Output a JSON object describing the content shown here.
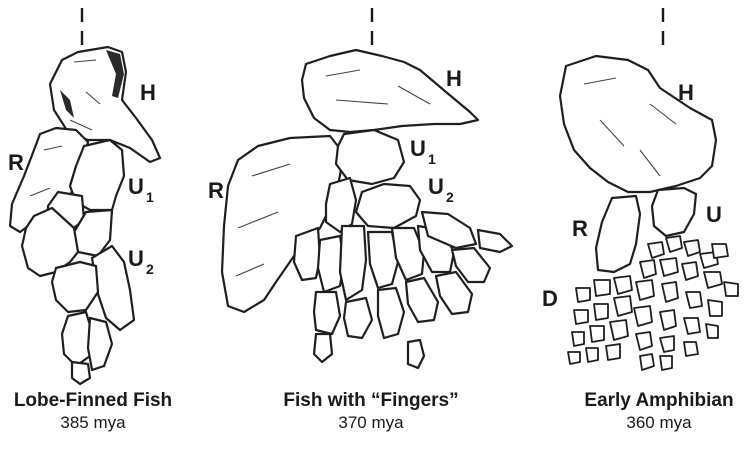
{
  "panels": [
    {
      "title": "Lobe-Finned Fish",
      "date": "385 mya",
      "labels": {
        "h": "H",
        "r": "R",
        "u1_main": "U",
        "u1_sub": "1",
        "u2_main": "U",
        "u2_sub": "2"
      }
    },
    {
      "title": "Fish with “Fingers”",
      "date": "370 mya",
      "labels": {
        "h": "H",
        "r": "R",
        "u1_main": "U",
        "u1_sub": "1",
        "u2_main": "U",
        "u2_sub": "2"
      }
    },
    {
      "title": "Early Amphibian",
      "date": "360 mya",
      "labels": {
        "h": "H",
        "r": "R",
        "u": "U",
        "d": "D"
      }
    }
  ],
  "colors": {
    "ink": "#1a1a1a",
    "bone_fill": "#ffffff",
    "background": "#ffffff"
  }
}
